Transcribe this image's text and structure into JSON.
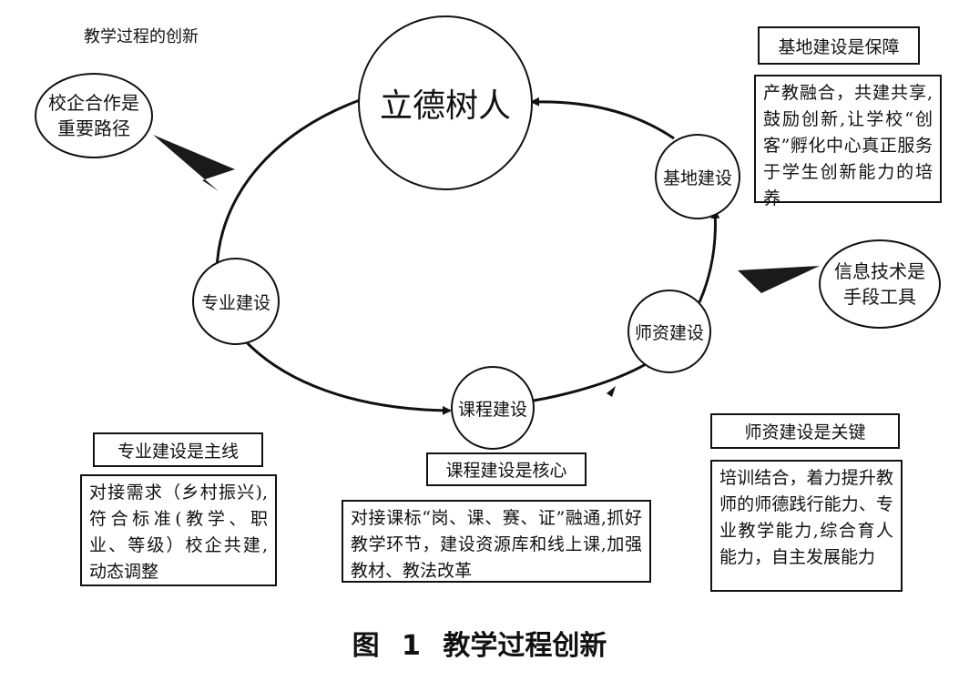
{
  "top_left_title": "教学过程的创新",
  "center": "立德树人",
  "cycle_nodes": {
    "zhuanye": "专业建设",
    "kecheng": "课程建设",
    "shizi": "师资建设",
    "jidi": "基地建设"
  },
  "drivers": {
    "left": "校企合作是\n重要路径",
    "right": "信息技术是\n手段工具"
  },
  "labels": {
    "jidi": "基地建设是保障",
    "zhuanye": "专业建设是主线",
    "kecheng": "课程建设是核心",
    "shizi": "师资建设是关键"
  },
  "descriptions": {
    "jidi": "产教融合，共建共享,鼓励创新,让学校“创客”孵化中心真正服务于学生创新能力的培养",
    "zhuanye": "对接需求（乡村振兴),符合标准(教学、职业、等级）校企共建,动态调整",
    "kecheng": "对接课标“岗、课、赛、证”融通,抓好教学环节，建设资源库和线上课,加强教材、教法改革",
    "shizi": "培训结合，着力提升教师的师德践行能力、专业教学能力,综合育人能力，自主发展能力"
  },
  "caption": "图 1 教学过程创新",
  "colors": {
    "stroke": "#111111",
    "background": "#ffffff"
  }
}
